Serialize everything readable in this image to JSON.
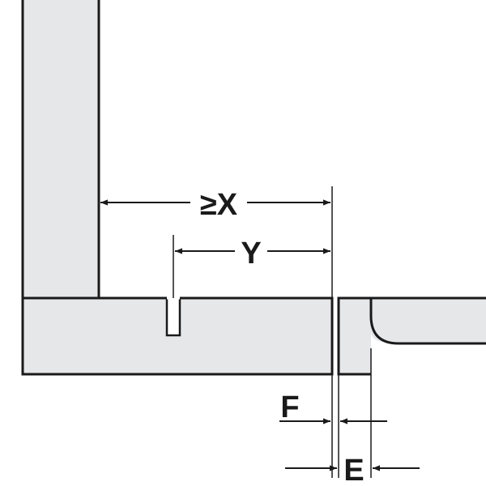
{
  "labels": {
    "x": "≥X",
    "y": "Y",
    "f": "F",
    "e": "E"
  },
  "colors": {
    "panel_fill": "#e6e7e9",
    "line": "#1a1a1a",
    "background": "#ffffff"
  }
}
